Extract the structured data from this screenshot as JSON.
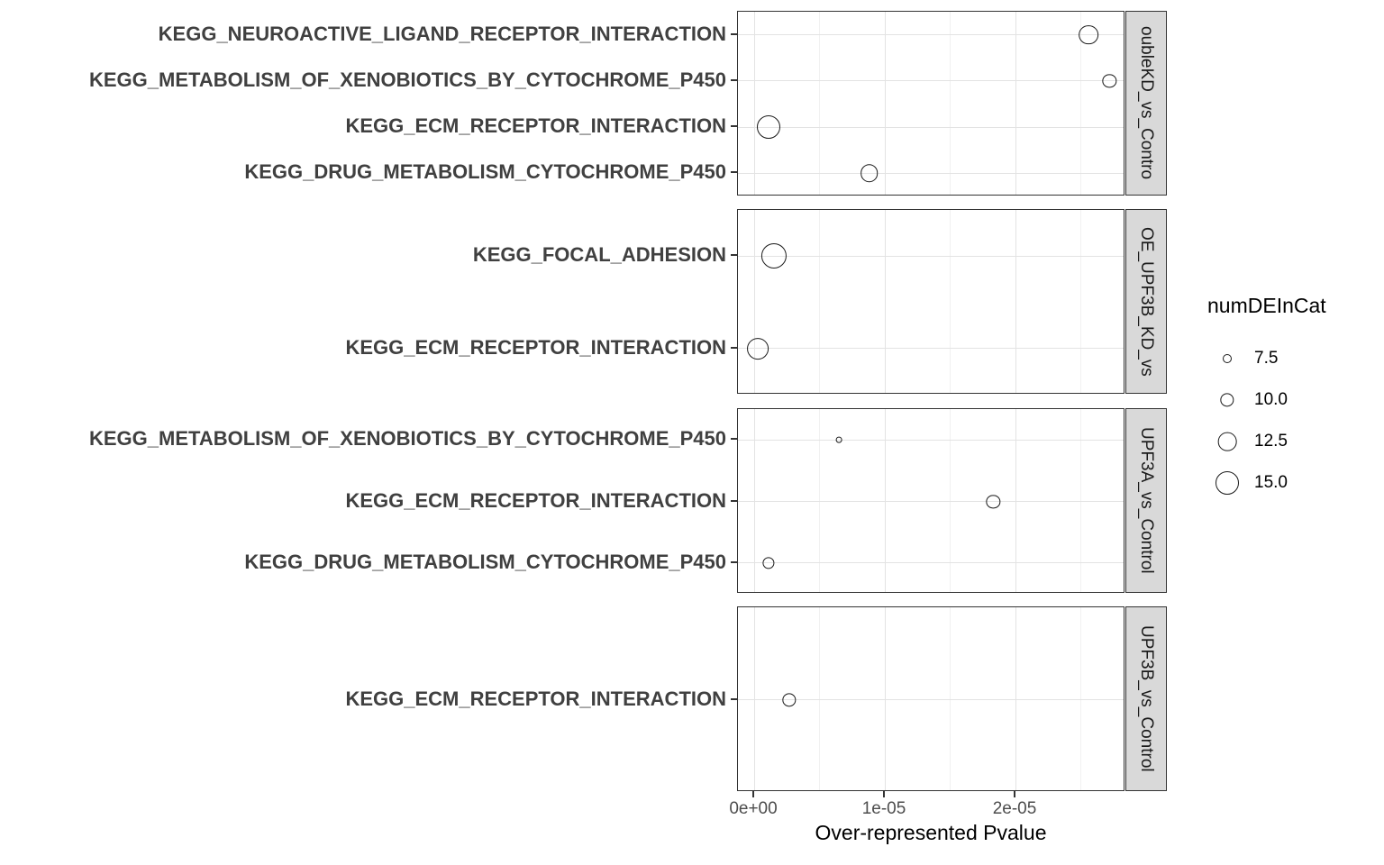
{
  "chart_data": {
    "type": "scatter",
    "title": "",
    "xlabel": "Over-represented Pvalue",
    "legend": {
      "title": "numDEInCat",
      "entries": [
        {
          "label": "7.5",
          "value": 7.5
        },
        {
          "label": "10.0",
          "value": 10.0
        },
        {
          "label": "12.5",
          "value": 12.5
        },
        {
          "label": "15.0",
          "value": 15.0
        }
      ]
    },
    "x_axis": {
      "ticks": [
        {
          "label": "0e+00",
          "value": 0
        },
        {
          "label": "1e-05",
          "value": 1e-05
        },
        {
          "label": "2e-05",
          "value": 2e-05
        }
      ],
      "minor_ticks": [
        5e-06,
        1.5e-05,
        2.5e-05
      ],
      "range": [
        -1.2e-06,
        2.84e-05
      ]
    },
    "facets": [
      {
        "strip_label": "oubleKD_vs_Contro",
        "categories": [
          "KEGG_NEUROACTIVE_LIGAND_RECEPTOR_INTERACTION",
          "KEGG_METABOLISM_OF_XENOBIOTICS_BY_CYTOCHROME_P450",
          "KEGG_ECM_RECEPTOR_INTERACTION",
          "KEGG_DRUG_METABOLISM_CYTOCHROME_P450"
        ],
        "points": [
          {
            "category": "KEGG_NEUROACTIVE_LIGAND_RECEPTOR_INTERACTION",
            "row": 0,
            "pvalue": 2.56e-05,
            "numDEInCat": 13
          },
          {
            "category": "KEGG_METABOLISM_OF_XENOBIOTICS_BY_CYTOCHROME_P450",
            "row": 1,
            "pvalue": 2.72e-05,
            "numDEInCat": 10
          },
          {
            "category": "KEGG_ECM_RECEPTOR_INTERACTION",
            "row": 2,
            "pvalue": 1.1e-06,
            "numDEInCat": 15
          },
          {
            "category": "KEGG_DRUG_METABOLISM_CYTOCHROME_P450",
            "row": 3,
            "pvalue": 8.8e-06,
            "numDEInCat": 12
          }
        ]
      },
      {
        "strip_label": "OE_UPF3B_KD_vs",
        "categories": [
          "KEGG_FOCAL_ADHESION",
          "KEGG_ECM_RECEPTOR_INTERACTION"
        ],
        "points": [
          {
            "category": "KEGG_FOCAL_ADHESION",
            "row": 0,
            "pvalue": 1.5e-06,
            "numDEInCat": 16
          },
          {
            "category": "KEGG_ECM_RECEPTOR_INTERACTION",
            "row": 1,
            "pvalue": 3e-07,
            "numDEInCat": 14
          }
        ]
      },
      {
        "strip_label": "UPF3A_vs_Control",
        "categories": [
          "KEGG_METABOLISM_OF_XENOBIOTICS_BY_CYTOCHROME_P450",
          "KEGG_ECM_RECEPTOR_INTERACTION",
          "KEGG_DRUG_METABOLISM_CYTOCHROME_P450"
        ],
        "points": [
          {
            "category": "KEGG_METABOLISM_OF_XENOBIOTICS_BY_CYTOCHROME_P450",
            "row": 0,
            "pvalue": 6.5e-06,
            "numDEInCat": 6
          },
          {
            "category": "KEGG_ECM_RECEPTOR_INTERACTION",
            "row": 1,
            "pvalue": 1.83e-05,
            "numDEInCat": 10
          },
          {
            "category": "KEGG_DRUG_METABOLISM_CYTOCHROME_P450",
            "row": 2,
            "pvalue": 1.1e-06,
            "numDEInCat": 9
          }
        ]
      },
      {
        "strip_label": "UPF3B_vs_Control",
        "categories": [
          "KEGG_ECM_RECEPTOR_INTERACTION"
        ],
        "points": [
          {
            "category": "KEGG_ECM_RECEPTOR_INTERACTION",
            "row": 0,
            "pvalue": 2.7e-06,
            "numDEInCat": 10
          }
        ]
      }
    ],
    "style": {
      "point_stroke": "#1a1a1a",
      "strip_bg": "#d9d9d9",
      "grid_major": "#e3e3e3",
      "grid_minor": "#f1f1f1",
      "panel_border": "#333333"
    }
  }
}
